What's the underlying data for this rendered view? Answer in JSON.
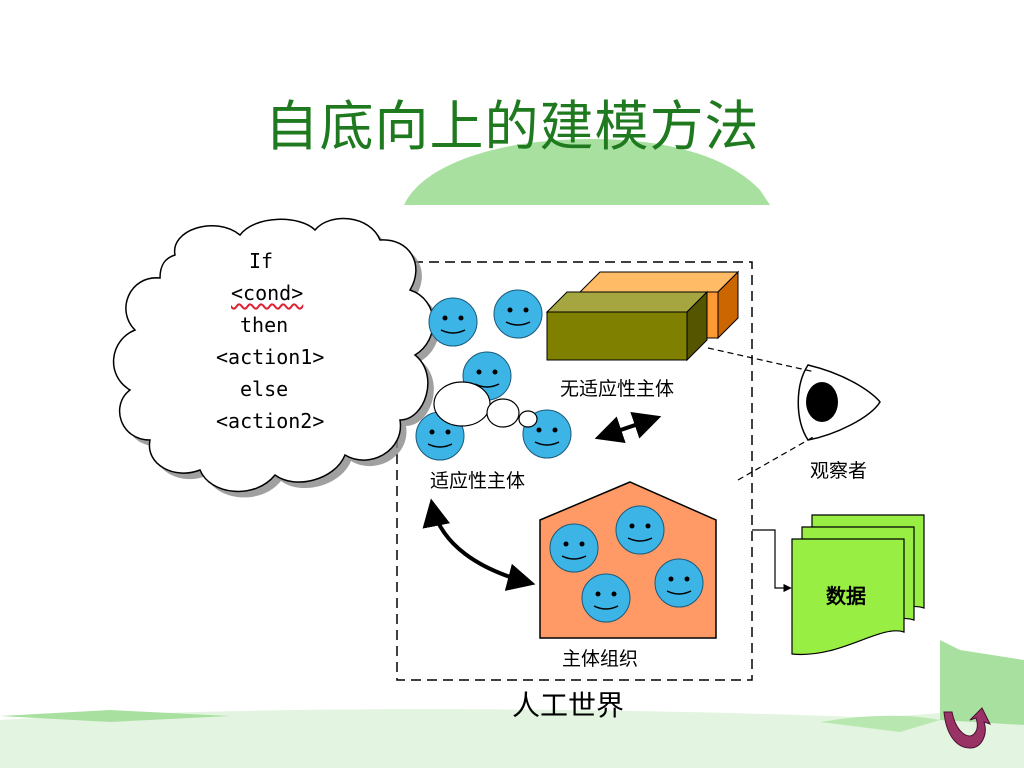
{
  "title": "自底向上的建模方法",
  "thought_bubble": {
    "lines": [
      "If",
      "<cond>",
      "then",
      "<action1>",
      "else",
      "<action2>"
    ]
  },
  "labels": {
    "non_adaptive_agent": "无适应性主体",
    "adaptive_agent": "适应性主体",
    "agent_organization": "主体组织",
    "observer": "观察者",
    "data": "数据",
    "artificial_world": "人工世界"
  },
  "colors": {
    "title": "#1f7a1f",
    "smiley": "#3cb4e6",
    "organization_house": "#ff9966",
    "data_pages": "#99ee44",
    "block_olive": "#7f7f00",
    "block_orange": "#ff9933",
    "landscape_green": "#a8e0a0"
  },
  "icons": {
    "return_button": "return-arrow-icon"
  }
}
